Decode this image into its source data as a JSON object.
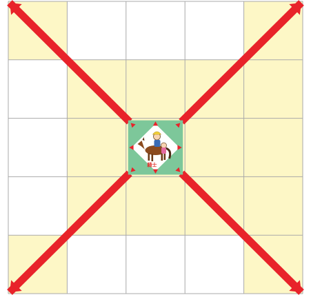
{
  "board": {
    "rows": 5,
    "cols": 5,
    "grid_color": "#a9a9a9",
    "plain_color": "#ffffff",
    "highlight_color": "#fdf7c6",
    "highlighted_cells": [
      [
        0,
        0
      ],
      [
        0,
        4
      ],
      [
        1,
        1
      ],
      [
        1,
        2
      ],
      [
        1,
        3
      ],
      [
        1,
        4
      ],
      [
        2,
        1
      ],
      [
        2,
        2
      ],
      [
        2,
        3
      ],
      [
        2,
        4
      ],
      [
        3,
        1
      ],
      [
        3,
        2
      ],
      [
        3,
        3
      ],
      [
        3,
        4
      ],
      [
        4,
        0
      ],
      [
        4,
        4
      ]
    ]
  },
  "piece": {
    "name": "knight",
    "row": 2,
    "col": 2,
    "label": "騎士",
    "tile_color": "#7dc79a",
    "icon": "horse-rider-icon"
  },
  "move_lines": {
    "color": "#e8232a",
    "directions": [
      "up-left",
      "up-right",
      "down-left",
      "down-right"
    ]
  },
  "move_arrows": {
    "color": "#e8232a",
    "directions": [
      "up",
      "down",
      "left",
      "right",
      "up-left",
      "up-right",
      "down-left",
      "down-right"
    ]
  }
}
